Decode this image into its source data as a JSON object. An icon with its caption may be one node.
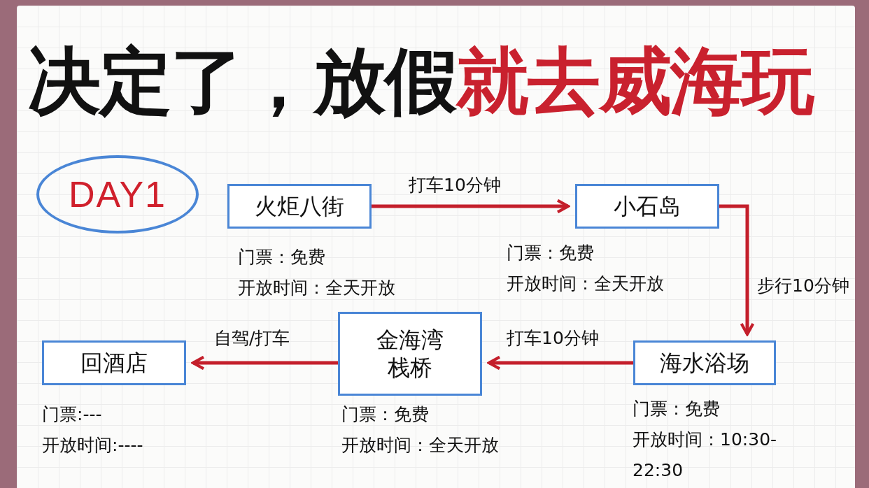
{
  "diagram": {
    "title": "决定了，放假**就去威海玩**",
    "nodes": [
      {
        "text": [
          "DAY1"
        ]
      },
      {
        "text": [
          "火炬八街"
        ],
        "beside": [
          "门票：免费",
          "开放时间：全天开放"
        ]
      },
      {
        "text": [
          "小石岛"
        ],
        "beside": [
          "门票：免费",
          "开放时间：全天开放"
        ]
      },
      {
        "text": [
          "海水浴场"
        ],
        "beside": [
          "门票：免费",
          "开放时间：10:30-22:30"
        ]
      },
      {
        "text": [
          "金海湾栈桥"
        ],
        "beside": [
          "门票：免费",
          "开放时间：全天开放"
        ]
      },
      {
        "text": [
          "回酒店"
        ],
        "beside": [
          "门票:---",
          "开放时间:----"
        ]
      }
    ],
    "edges": [
      {
        "from": 1,
        "to": 2,
        "arrow": "to",
        "label": "打车10分钟"
      },
      {
        "from": 2,
        "to": 3,
        "arrow": "to",
        "label": "步行10分钟"
      },
      {
        "from": 3,
        "to": 4,
        "arrow": "to",
        "label": "打车10分钟"
      },
      {
        "from": 4,
        "to": 5,
        "arrow": "to",
        "label": "自驾/打车"
      }
    ]
  }
}
